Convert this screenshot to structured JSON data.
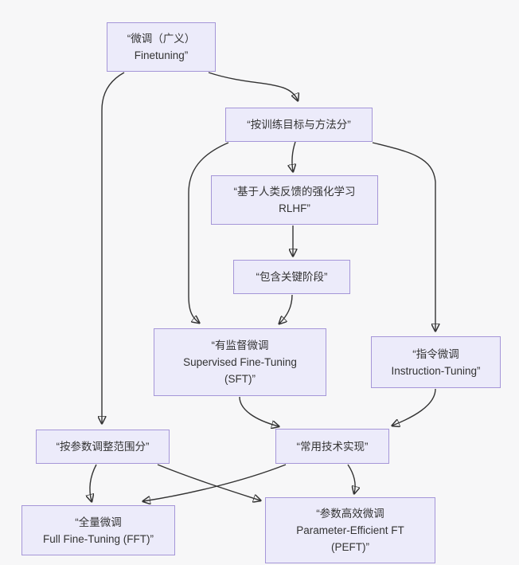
{
  "diagram": {
    "type": "flowchart",
    "background_color": "#f7f7f8",
    "node_fill_color": "#ecebfa",
    "node_border_color": "#a596d8",
    "edge_color": "#333333",
    "text_color": "#333333",
    "nodes": [
      {
        "id": "finetuning",
        "lines": [
          "“微调（广义）",
          "Finetuning”"
        ]
      },
      {
        "id": "split-by-objective",
        "lines": [
          "“按训练目标与方法分”"
        ]
      },
      {
        "id": "rlhf",
        "lines": [
          "“基于人类反馈的强化学习",
          "RLHF”"
        ]
      },
      {
        "id": "key-stages",
        "lines": [
          "“包含关键阶段”"
        ]
      },
      {
        "id": "sft",
        "lines": [
          "“有监督微调",
          "Supervised Fine-Tuning",
          "(SFT)”"
        ]
      },
      {
        "id": "instruction-tuning",
        "lines": [
          "“指令微调",
          "Instruction-Tuning”"
        ]
      },
      {
        "id": "split-by-scope",
        "lines": [
          "“按参数调整范围分”"
        ]
      },
      {
        "id": "common-techniques",
        "lines": [
          "“常用技术实现”"
        ]
      },
      {
        "id": "fft",
        "lines": [
          "“全量微调",
          "Full Fine-Tuning (FFT)”"
        ]
      },
      {
        "id": "peft",
        "lines": [
          "“参数高效微调",
          "Parameter-Efficient FT",
          "(PEFT)”"
        ]
      }
    ],
    "edges": [
      {
        "from": "finetuning",
        "to": "split-by-objective"
      },
      {
        "from": "finetuning",
        "to": "split-by-scope"
      },
      {
        "from": "split-by-objective",
        "to": "rlhf"
      },
      {
        "from": "split-by-objective",
        "to": "sft"
      },
      {
        "from": "split-by-objective",
        "to": "instruction-tuning"
      },
      {
        "from": "rlhf",
        "to": "key-stages"
      },
      {
        "from": "key-stages",
        "to": "sft"
      },
      {
        "from": "sft",
        "to": "common-techniques"
      },
      {
        "from": "instruction-tuning",
        "to": "common-techniques"
      },
      {
        "from": "split-by-scope",
        "to": "fft"
      },
      {
        "from": "split-by-scope",
        "to": "peft"
      },
      {
        "from": "common-techniques",
        "to": "fft"
      },
      {
        "from": "common-techniques",
        "to": "peft"
      }
    ]
  }
}
